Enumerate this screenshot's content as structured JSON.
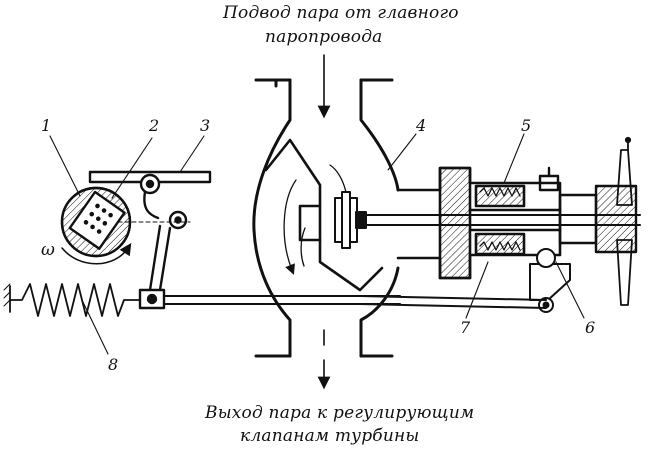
{
  "diagram": {
    "caption_top": {
      "line1": "Подвод пара от главного",
      "line2": "паропровода"
    },
    "caption_bottom": {
      "line1": "Выход пара к регулирующим",
      "line2": "клапанам турбины"
    },
    "callouts": [
      "1",
      "2",
      "3",
      "4",
      "5",
      "6",
      "7",
      "8"
    ],
    "rotation_symbol": "ω"
  }
}
